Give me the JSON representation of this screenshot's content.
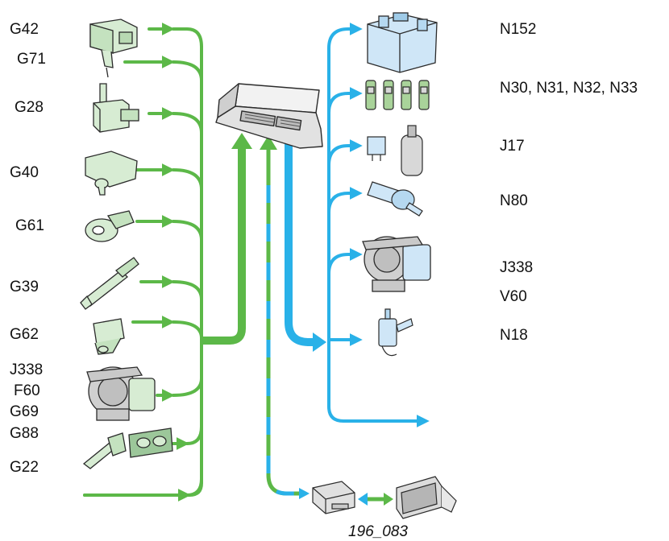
{
  "inputs": {
    "labels": [
      "G42",
      "G71",
      "G28",
      "G40",
      "G61",
      "G39",
      "G62",
      "J338",
      "F60",
      "G69",
      "G88",
      "G22"
    ]
  },
  "outputs": {
    "labels": [
      "N152",
      "N30, N31, N32, N33",
      "J17",
      "N80",
      "J338",
      "V60",
      "N18"
    ]
  },
  "figure_number": "196_083",
  "colors": {
    "input_line": "#5cb848",
    "output_line": "#29b1e8",
    "component_fill": "#d7ecd3",
    "component_stroke": "#2b2b2b",
    "ecu_fill": "#ececec"
  },
  "icons": {
    "ecu": "engine-control-unit-icon",
    "diagnosis": "diagnostic-connector-icon"
  }
}
